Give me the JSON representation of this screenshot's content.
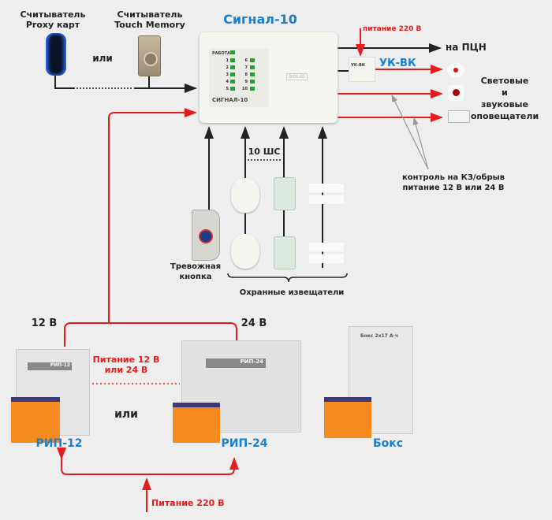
{
  "colors": {
    "accent_blue": "#1a7fd0",
    "wire_red": "#e41c1c",
    "wire_black": "#222222",
    "background": "#eeeeee",
    "battery_orange": "#f58a1f"
  },
  "readers": {
    "proxy_label_line1": "Считыватель",
    "proxy_label_line2": "Proxy карт",
    "or": "или",
    "tm_label_line1": "Считыватель",
    "tm_label_line2": "Touch Memory"
  },
  "signal10": {
    "title": "Сигнал-10",
    "panel_label": "СИГНАЛ-10",
    "work_label": "РАБОТА",
    "led_numbers_left": [
      "1",
      "2",
      "3",
      "4",
      "5"
    ],
    "led_numbers_right": [
      "6",
      "7",
      "8",
      "9",
      "10"
    ],
    "brand": "BOLID"
  },
  "right": {
    "power_220": "питание 220 В",
    "to_pcn": "на ПЦН",
    "ukvk_title": "УК-ВК",
    "ukvk_device_label": "УК-ВК",
    "annunciators_line1": "Световые",
    "annunciators_line2": "и",
    "annunciators_line3": "звуковые",
    "annunciators_line4": "оповещатели",
    "control_line1": "контроль на КЗ/обрыв",
    "control_line2": "питание 12 В или 24 В"
  },
  "loops": {
    "count_label": "10 ШС",
    "panic_line1": "Тревожная",
    "panic_line2": "кнопка",
    "detectors_label": "Охранные извещатели"
  },
  "power": {
    "v12": "12 В",
    "v24": "24 В",
    "supply_line1": "Питание 12 В",
    "supply_line2": "или 24 В",
    "or": "или",
    "rip12_title": "РИП-12",
    "rip12_panel": "РИП-12",
    "rip24_title": "РИП-24",
    "rip24_panel": "РИП-24",
    "box_title": "Бокс",
    "box_panel": "Бокс 2x17 А·ч",
    "mains": "Питание 220 В"
  }
}
